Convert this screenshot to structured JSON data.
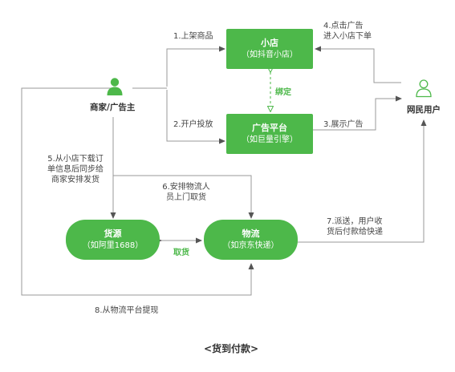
{
  "actors": {
    "merchant": {
      "label": "商家/广告主",
      "icon": "person-solid-icon"
    },
    "user": {
      "label": "网民用户",
      "icon": "person-outline-icon"
    }
  },
  "nodes": {
    "shop": {
      "title": "小店",
      "subtitle": "（如抖音小店）"
    },
    "ad_platform": {
      "title": "广告平台",
      "subtitle": "（如巨量引擎）"
    },
    "supply": {
      "title": "货源",
      "subtitle": "（如阿里1688）"
    },
    "logistics": {
      "title": "物流",
      "subtitle": "（如京东快递）"
    }
  },
  "edges": {
    "e1": "1.上架商品",
    "e2": "2.开户投放",
    "e3": "3.展示广告",
    "e4": [
      "4.点击广告",
      "进入小店下单"
    ],
    "e5": [
      "5.从小店下载订",
      "单信息后同步给",
      "商家安排发货"
    ],
    "e6": [
      "6.安排物流人",
      "员上门取货"
    ],
    "e7": [
      "7.派送，用户收",
      "货后付款给快递"
    ],
    "e8": "8.从物流平台提现",
    "bind": "绑定",
    "pickup": "取货"
  },
  "caption": "<货到付款>",
  "colors": {
    "accent": "#4db84a",
    "line": "#999999",
    "arrow": "#666666"
  }
}
